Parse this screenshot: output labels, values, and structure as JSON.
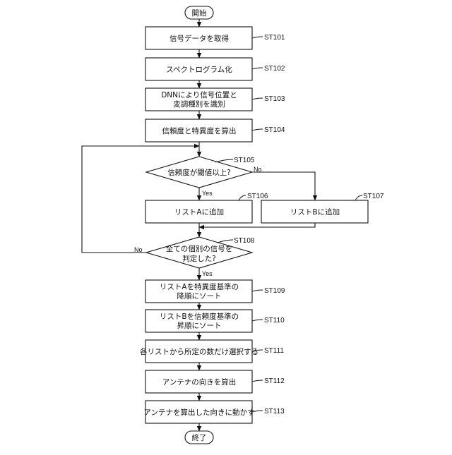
{
  "flowchart": {
    "start": "開始",
    "end": "終了",
    "steps": {
      "st101": {
        "label": "ST101",
        "lines": [
          "信号データを取得"
        ]
      },
      "st102": {
        "label": "ST102",
        "lines": [
          "スペクトログラム化"
        ]
      },
      "st103": {
        "label": "ST103",
        "lines": [
          "DNNにより信号位置と",
          "変調種別を識別"
        ]
      },
      "st104": {
        "label": "ST104",
        "lines": [
          "信頼度と特異度を算出"
        ]
      },
      "st105": {
        "label": "ST105",
        "lines": [
          "信頼度が閾値以上?"
        ],
        "yes": "Yes",
        "no": "No"
      },
      "st106": {
        "label": "ST106",
        "lines": [
          "リストAに追加"
        ]
      },
      "st107": {
        "label": "ST107",
        "lines": [
          "リストBに追加"
        ]
      },
      "st108": {
        "label": "ST108",
        "lines": [
          "全ての個別の信号を",
          "判定した?"
        ],
        "yes": "Yes",
        "no": "No"
      },
      "st109": {
        "label": "ST109",
        "lines": [
          "リストAを特異度基準の",
          "降順にソート"
        ]
      },
      "st110": {
        "label": "ST110",
        "lines": [
          "リストBを信頼度基準の",
          "昇順にソート"
        ]
      },
      "st111": {
        "label": "ST111",
        "lines": [
          "各リストから所定の数だけ選択する"
        ]
      },
      "st112": {
        "label": "ST112",
        "lines": [
          "アンテナの向きを算出"
        ]
      },
      "st113": {
        "label": "ST113",
        "lines": [
          "アンテナを算出した向きに動かす"
        ]
      }
    }
  }
}
